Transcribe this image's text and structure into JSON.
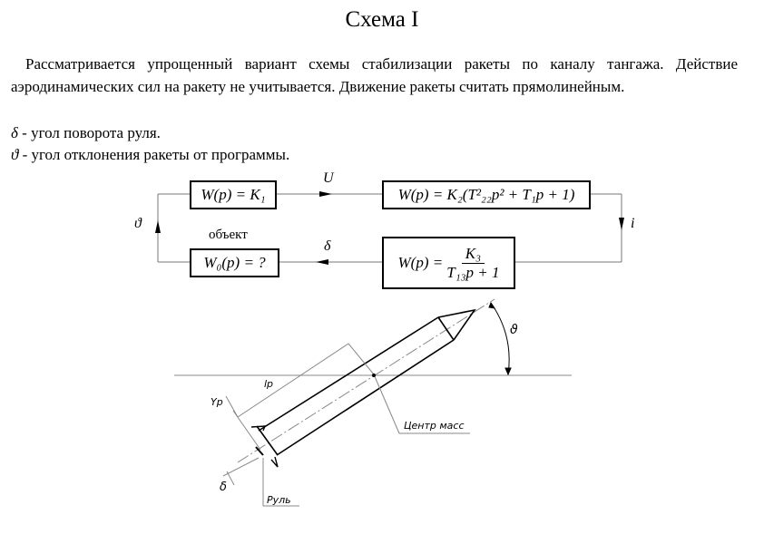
{
  "title": "Схема  I",
  "intro": "Рассматривается упрощенный вариант схемы стабилизации ракеты по каналу тангажа. Действие аэродинамических сил на ракету не учитывается. Движение ракеты считать прямолинейным.",
  "definitions": [
    {
      "symbol": "δ",
      "text": " - угол поворота руля."
    },
    {
      "symbol": "ϑ",
      "text": " - угол отклонения ракеты от программы."
    }
  ],
  "block_diagram": {
    "block1": "W(p) = K₁",
    "block2": "W(p) = K₂(T²₂₂p² + T₁p + 1)",
    "block3_lhs": "W(p) =",
    "block3_num": "K₃",
    "block3_den": "T₁₃p + 1",
    "block4": "W₀(p) = ?",
    "object_label": "объект",
    "signal_u": "U",
    "signal_i": "i",
    "signal_delta": "δ",
    "signal_theta": "ϑ"
  },
  "rocket_figure": {
    "theta": "ϑ",
    "lp": "lp",
    "yp": "Yp",
    "delta": "δ",
    "center_of_mass": "Центр масс",
    "rudder": "Руль"
  }
}
